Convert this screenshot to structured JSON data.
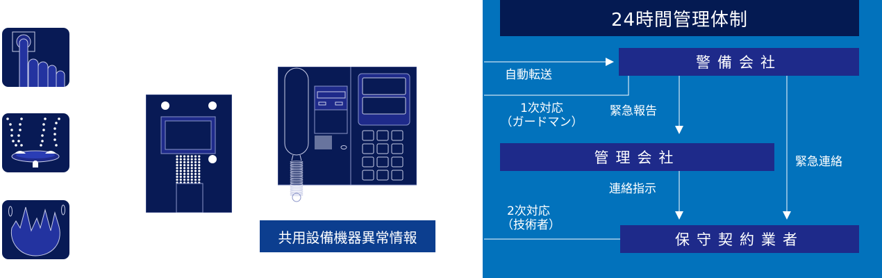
{
  "icons": [
    {
      "name": "push-button-alarm-icon",
      "meaning": "button press"
    },
    {
      "name": "water-leak-icon",
      "meaning": "water"
    },
    {
      "name": "fire-icon",
      "meaning": "fire"
    }
  ],
  "devices": {
    "entrance_panel": "entrance-intercom-panel",
    "indoor_monitor": "indoor-intercom-monitor"
  },
  "caption": "共用設備機器異常情報",
  "flow": {
    "title": "24時間管理体制",
    "nodes": {
      "security": "警備会社",
      "management": "管理会社",
      "contractor": "保守契約業者"
    },
    "labels": {
      "auto_transfer": "自動転送",
      "first_response_line1": "1次対応",
      "first_response_line2": "（ガードマン）",
      "emergency_report": "緊急報告",
      "emergency_contact": "緊急連絡",
      "contact_instruction": "連絡指示",
      "second_response_line1": "2次対応",
      "second_response_line2": "（技術者）"
    }
  },
  "colors": {
    "panel_bg": "#0272bc",
    "title_bg": "#041a52",
    "node_bg": "#1e2a8a",
    "device_bg": "#081a55",
    "caption_bg": "#0c3e8f"
  }
}
